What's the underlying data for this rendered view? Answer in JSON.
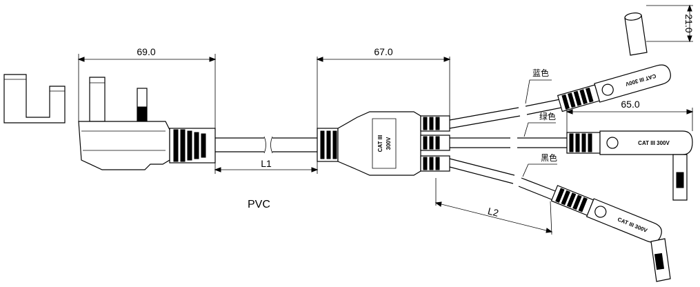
{
  "dimensions": {
    "plug_length": "69.0",
    "splitter_length": "67.0",
    "connector_length": "65.0",
    "connector_width": "21.0",
    "cable_length_1": "L1",
    "cable_length_2": "L2"
  },
  "wire_labels": {
    "blue": "蓝色",
    "green": "绿色",
    "black": "黑色"
  },
  "splitter_marking": {
    "line1": "CAT III",
    "line2": "300V"
  },
  "connector_marking": "CAT III 300V",
  "material": "PVC"
}
